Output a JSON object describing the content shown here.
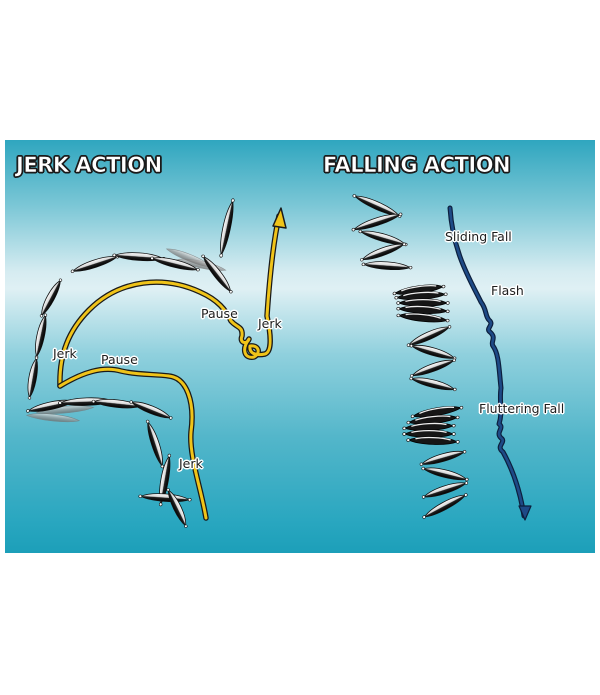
{
  "jerk": {
    "title": "JERK ACTION",
    "labels": {
      "jerk_top": "Jerk",
      "pause_top": "Pause",
      "jerk_left": "Jerk",
      "pause_mid": "Pause",
      "jerk_bottom": "Jerk"
    }
  },
  "falling": {
    "title": "FALLING ACTION",
    "labels": {
      "sliding": "Sliding Fall",
      "flash": "Flash",
      "fluttering": "Fluttering Fall"
    }
  },
  "colors": {
    "jerk_path": "#f0c419",
    "falling_path": "#1e4a86",
    "outline": "#1a1a1a"
  }
}
